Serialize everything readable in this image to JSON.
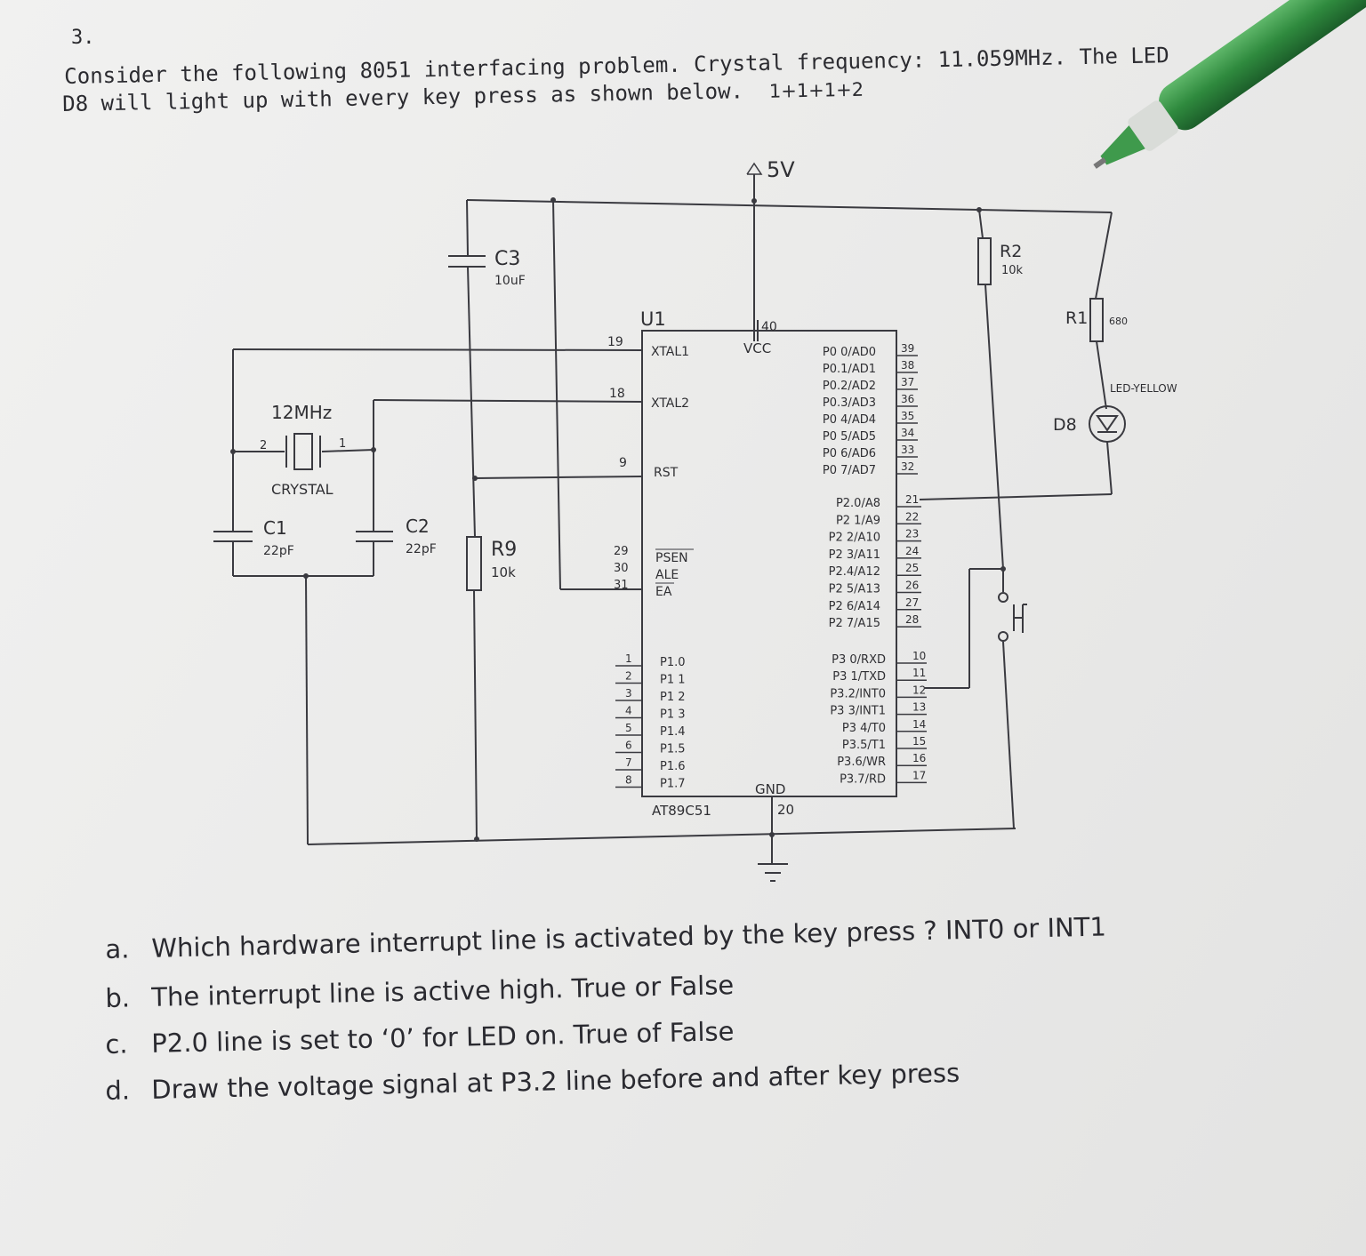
{
  "question_number": "3.",
  "intro": {
    "line1": "Consider the following 8051 interfacing problem. Crystal frequency: 11.059MHz. The LED",
    "line2": "D8 will light up with every key press as shown below.",
    "marks": "1+1+1+2"
  },
  "schematic": {
    "supply": "5V",
    "chip": {
      "ref": "U1",
      "part": "AT89C51",
      "pins": {
        "xtal1": "XTAL1",
        "xtal1_num": "19",
        "xtal2": "XTAL2",
        "xtal2_num": "18",
        "rst": "RST",
        "rst_num": "9",
        "psen": "PSEN",
        "psen_num": "29",
        "ale": "ALE",
        "ale_num": "30",
        "ea": "EA",
        "ea_num": "31",
        "vcc": "VCC",
        "vcc_num": "40",
        "gnd": "GND",
        "gnd_num": "20"
      },
      "port1": [
        "P1.0",
        "P1 1",
        "P1 2",
        "P1 3",
        "P1.4",
        "P1.5",
        "P1.6",
        "P1.7"
      ],
      "port1_nums": [
        "1",
        "2",
        "3",
        "4",
        "5",
        "6",
        "7",
        "8"
      ],
      "port0": [
        "P0 0/AD0",
        "P0.1/AD1",
        "P0.2/AD2",
        "P0.3/AD3",
        "P0 4/AD4",
        "P0 5/AD5",
        "P0 6/AD6",
        "P0 7/AD7"
      ],
      "port0_nums": [
        "39",
        "38",
        "37",
        "36",
        "35",
        "34",
        "33",
        "32"
      ],
      "port2": [
        "P2.0/A8",
        "P2 1/A9",
        "P2 2/A10",
        "P2 3/A11",
        "P2.4/A12",
        "P2 5/A13",
        "P2 6/A14",
        "P2 7/A15"
      ],
      "port2_nums": [
        "21",
        "22",
        "23",
        "24",
        "25",
        "26",
        "27",
        "28"
      ],
      "port3": [
        "P3 0/RXD",
        "P3 1/TXD",
        "P3.2/INT0",
        "P3 3/INT1",
        "P3 4/T0",
        "P3.5/T1",
        "P3.6/WR",
        "P3.7/RD"
      ],
      "port3_nums": [
        "10",
        "11",
        "12",
        "13",
        "14",
        "15",
        "16",
        "17"
      ]
    },
    "crystal": {
      "freq": "12MHz",
      "name": "CRYSTAL",
      "pin_left": "2",
      "pin_right": "1"
    },
    "c1": {
      "ref": "C1",
      "value": "22pF"
    },
    "c2": {
      "ref": "C2",
      "value": "22pF"
    },
    "c3": {
      "ref": "C3",
      "value": "10uF"
    },
    "r9": {
      "ref": "R9",
      "value": "10k"
    },
    "r2": {
      "ref": "R2",
      "value": "10k"
    },
    "r1": {
      "ref": "R1",
      "value": "680"
    },
    "d8": {
      "ref": "D8",
      "value": "LED-YELLOW"
    }
  },
  "questions": [
    {
      "label": "a.",
      "text": "Which hardware interrupt line is activated by the key press ? INT0 or INT1"
    },
    {
      "label": "b.",
      "text": "The interrupt line is active high. True or False"
    },
    {
      "label": "c.",
      "text": "P2.0 line is set to ‘0’  for LED on. True of False"
    },
    {
      "label": "d.",
      "text": "Draw the voltage signal at P3.2 line before and after key press"
    }
  ]
}
